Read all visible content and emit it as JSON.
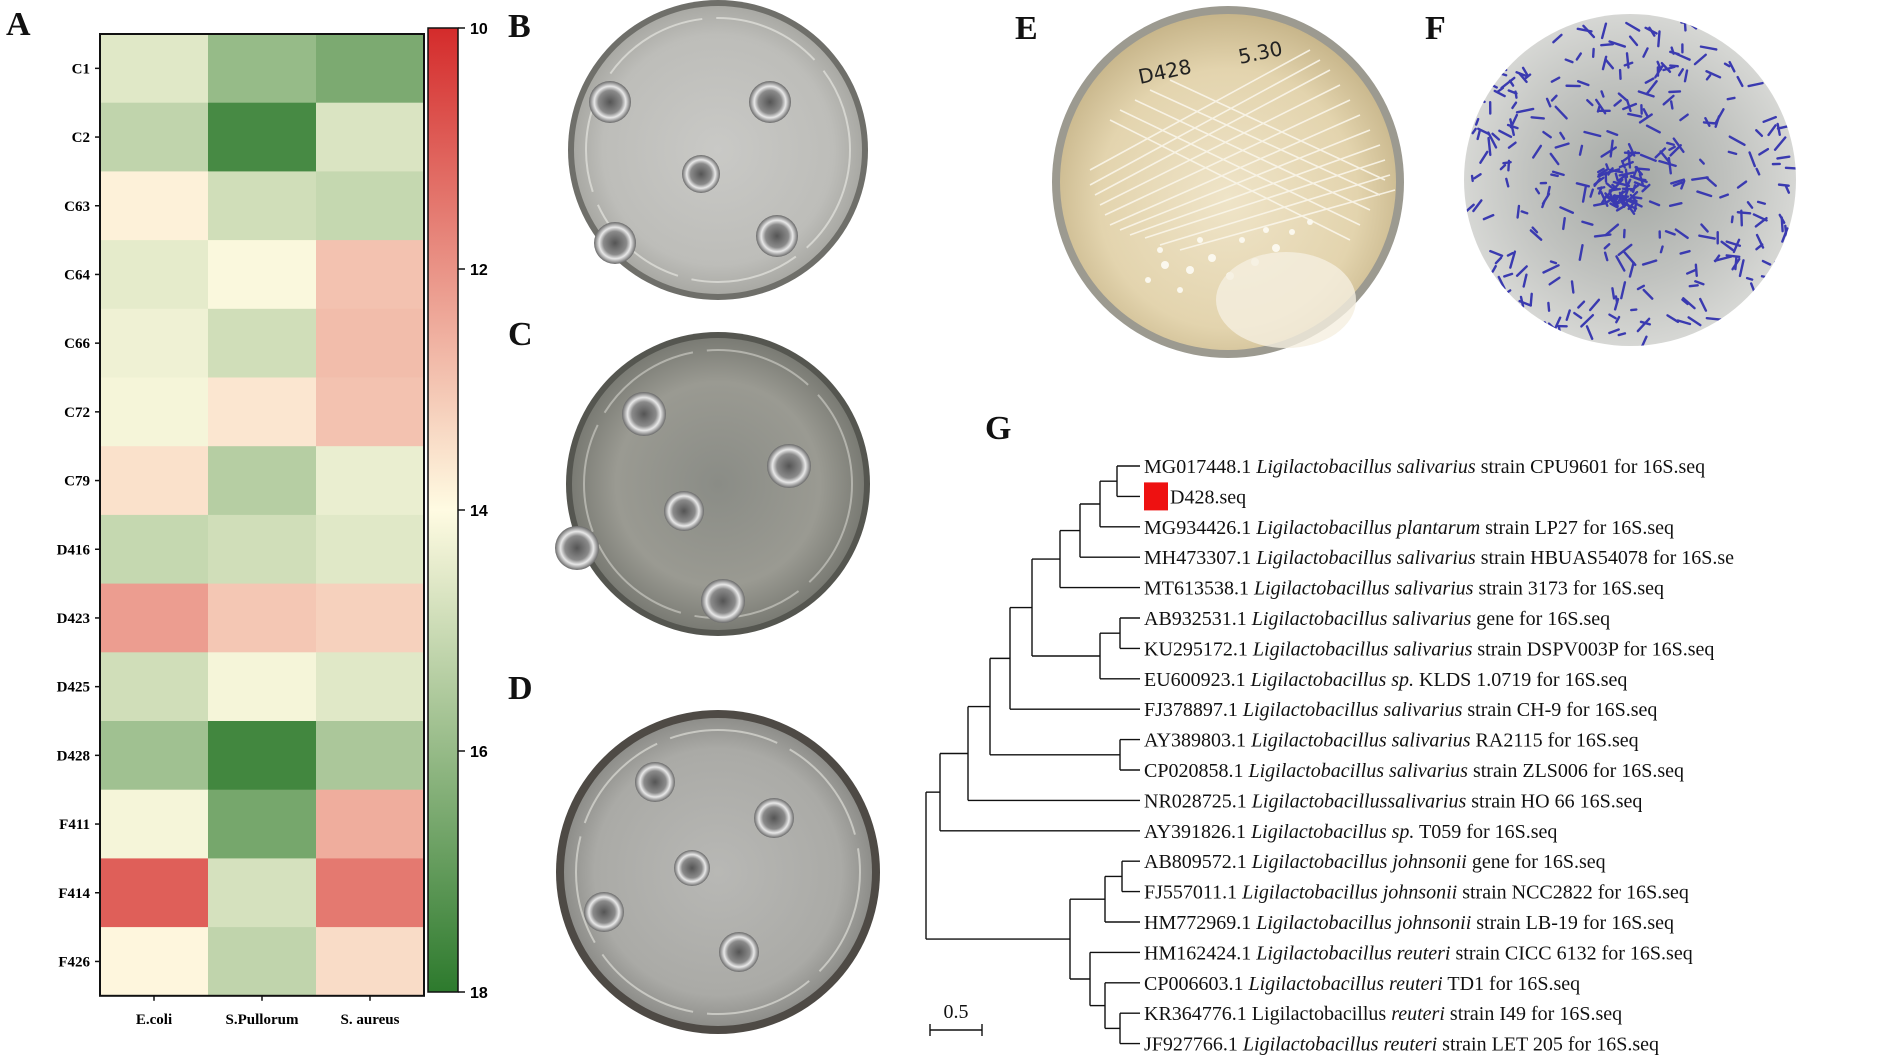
{
  "panels": {
    "A": "A",
    "B": "B",
    "C": "C",
    "D": "D",
    "E": "E",
    "F": "F",
    "G": "G"
  },
  "plate_e_label": [
    "D428",
    "5.30"
  ],
  "chart_data": {
    "type": "heatmap",
    "rows": [
      "C1",
      "C2",
      "C63",
      "C64",
      "C66",
      "C72",
      "C79",
      "D416",
      "D423",
      "D425",
      "D428",
      "F411",
      "F414",
      "F426"
    ],
    "columns": [
      "E.coli",
      "S.Pullorum",
      "S. aureus"
    ],
    "values": [
      [
        14.6,
        16.0,
        16.5
      ],
      [
        15.2,
        17.5,
        14.7
      ],
      [
        13.8,
        14.9,
        15.1
      ],
      [
        14.5,
        14.1,
        12.9
      ],
      [
        14.3,
        14.9,
        12.8
      ],
      [
        14.2,
        13.6,
        12.9
      ],
      [
        13.5,
        15.4,
        14.4
      ],
      [
        15.1,
        14.9,
        14.6
      ],
      [
        12.2,
        13.0,
        13.2
      ],
      [
        14.9,
        14.2,
        14.6
      ],
      [
        15.8,
        17.6,
        15.6
      ],
      [
        14.2,
        16.6,
        12.5
      ],
      [
        11.0,
        14.8,
        11.5
      ],
      [
        13.9,
        15.2,
        13.4
      ]
    ],
    "colorbar": {
      "min": 10,
      "max": 18,
      "ticks": [
        10,
        12,
        14,
        16,
        18
      ],
      "low_color": "#d42b2b",
      "mid_color": "#fffbe2",
      "high_color": "#2d7a2d"
    }
  },
  "tree": {
    "scale_label": "0.5",
    "highlight_color": "#ee1111",
    "leaves": [
      {
        "acc": "MG017448.1",
        "genus": "Ligilactobacillus",
        "species": "salivarius",
        "rest": " strain CPU9601 for 16S.seq"
      },
      {
        "acc": "",
        "genus": "",
        "species": "",
        "rest": "D428.seq",
        "highlight": true
      },
      {
        "acc": "MG934426.1",
        "genus": "Ligilactobacillus",
        "species": "plantarum",
        "rest": " strain LP27 for 16S.seq"
      },
      {
        "acc": "MH473307.1",
        "genus": "Ligilactobacillus",
        "species": "salivarius",
        "rest": " strain HBUAS54078 for 16S.se"
      },
      {
        "acc": "MT613538.1",
        "genus": "Ligilactobacillus",
        "species": "salivarius",
        "rest": " strain 3173 for 16S.seq"
      },
      {
        "acc": "AB932531.1",
        "genus": "Ligilactobacillus",
        "species": "salivarius",
        "rest": " gene for 16S.seq"
      },
      {
        "acc": "KU295172.1",
        "genus": "Ligilactobacillus",
        "species": "salivarius",
        "rest": " strain DSPV003P for 16S.seq"
      },
      {
        "acc": "EU600923.1",
        "genus": "Ligilactobacillus",
        "species": "sp.",
        "rest": " KLDS 1.0719 for 16S.seq"
      },
      {
        "acc": "FJ378897.1",
        "genus": "Ligilactobacillus",
        "species": "salivarius",
        "rest": " strain CH-9 for 16S.seq"
      },
      {
        "acc": "AY389803.1",
        "genus": "Ligilactobacillus",
        "species": "salivarius",
        "rest": " RA2115 for 16S.seq"
      },
      {
        "acc": "CP020858.1",
        "genus": "Ligilactobacillus",
        "species": "salivarius",
        "rest": " strain ZLS006 for 16S.seq"
      },
      {
        "acc": "NR028725.1",
        "genus": "Ligilactobacillussalivarius",
        "species": "",
        "rest": " strain HO 66 16S.seq"
      },
      {
        "acc": "AY391826.1",
        "genus": "Ligilactobacillus",
        "species": "sp.",
        "rest": " T059 for 16S.seq"
      },
      {
        "acc": "AB809572.1",
        "genus": "Ligilactobacillus",
        "species": "johnsonii",
        "rest": " gene for 16S.seq"
      },
      {
        "acc": "FJ557011.1",
        "genus": "Ligilactobacillus",
        "species": "johnsonii",
        "rest": " strain NCC2822 for 16S.seq"
      },
      {
        "acc": "HM772969.1",
        "genus": "Ligilactobacillus",
        "species": "johnsonii",
        "rest": " strain LB-19 for 16S.seq"
      },
      {
        "acc": "HM162424.1",
        "genus": "Ligilactobacillus",
        "species": "reuteri",
        "rest": " strain CICC 6132 for 16S.seq"
      },
      {
        "acc": "CP006603.1",
        "genus": "Ligilactobacillus",
        "species": "reuteri",
        "rest": " TD1 for 16S.seq"
      },
      {
        "acc": "KR364776.1",
        "genus": "Ligilactobacillus",
        "species": "reuteri",
        "rest": " strain I49 for 16S.seq",
        "genus_upright": true
      },
      {
        "acc": "JF927766.1",
        "genus": "Ligilactobacillus",
        "species": "reuteri",
        "rest": " strain LET 205 for 16S.seq"
      }
    ]
  }
}
